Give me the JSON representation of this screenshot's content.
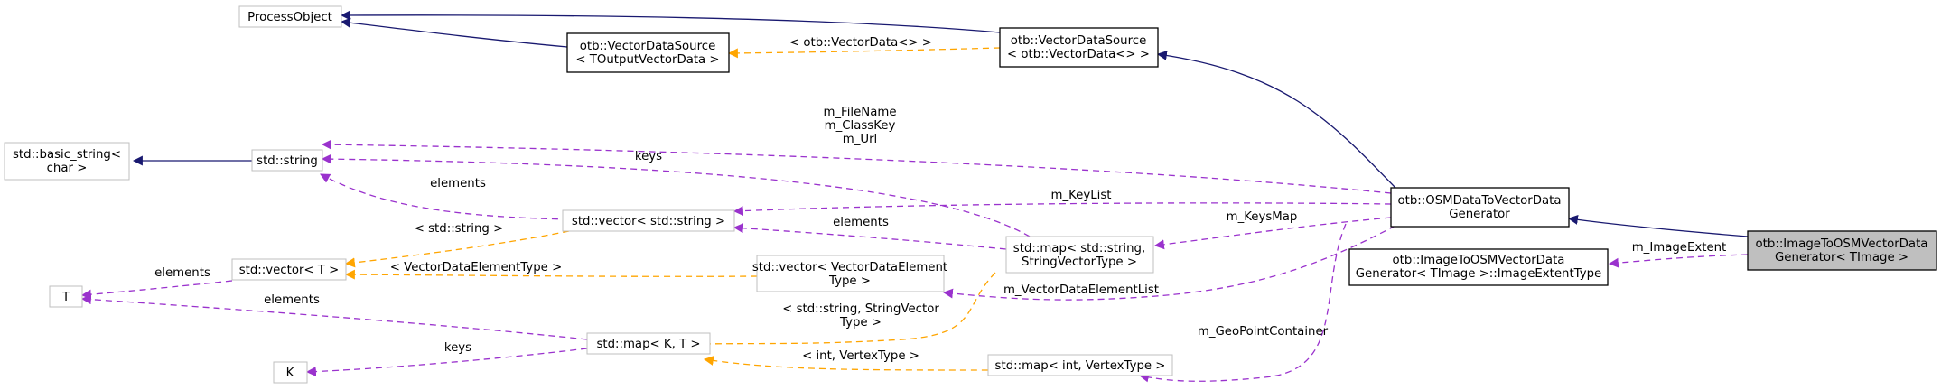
{
  "colors": {
    "inheritance": "#191970",
    "usage": "#9a32cd",
    "template": "#ffa500",
    "grey_border": "#bfbfbf",
    "focus_fill": "#bfbfbf"
  },
  "nodes": {
    "process_object": [
      "ProcessObject"
    ],
    "vds_toutput": [
      "otb::VectorDataSource",
      "< TOutputVectorData >"
    ],
    "vds_vectordata": [
      "otb::VectorDataSource",
      "< otb::VectorData<> >"
    ],
    "basic_string": [
      "std::basic_string<",
      "char >"
    ],
    "std_string": [
      "std::string"
    ],
    "osm_generator": [
      "otb::OSMDataToVectorData",
      "Generator"
    ],
    "image_to_osm": [
      "otb::ImageToOSMVectorData",
      "Generator< TImage >"
    ],
    "image_extent_type": [
      "otb::ImageToOSMVectorData",
      "Generator< TImage >::ImageExtentType"
    ],
    "vector_string": [
      "std::vector< std::string >"
    ],
    "map_string_svt": [
      "std::map< std::string,",
      "StringVectorType >"
    ],
    "vector_t": [
      "std::vector< T >"
    ],
    "vector_vde": [
      "std::vector< VectorDataElement",
      "Type >"
    ],
    "t_node": [
      "T"
    ],
    "map_k_t": [
      "std::map< K, T >"
    ],
    "k_node": [
      "K"
    ],
    "map_int_vertex": [
      "std::map< int, VertexType >"
    ]
  },
  "edge_labels": {
    "vds_template": [
      "< otb::VectorData<> >"
    ],
    "string_members": [
      "m_FileName",
      "m_ClassKey",
      "m_Url"
    ],
    "keys_map_string": [
      "keys"
    ],
    "elements_vector_string": [
      "elements"
    ],
    "keylist": [
      "m_KeyList"
    ],
    "std_string_template": [
      "< std::string >"
    ],
    "elements_map_svt": [
      "elements"
    ],
    "keysmap": [
      "m_KeysMap"
    ],
    "elements_vector_t": [
      "elements"
    ],
    "vde_template": [
      "< VectorDataElementType >"
    ],
    "image_extent": [
      "m_ImageExtent"
    ],
    "elements_map_kt": [
      "elements"
    ],
    "element_list": [
      "m_VectorDataElementList"
    ],
    "map_kt_string_template": [
      "< std::string, StringVector",
      "Type >"
    ],
    "geopoint": [
      "m_GeoPointContainer"
    ],
    "keys_map_kt": [
      "keys"
    ],
    "int_vertex_template": [
      "< int, VertexType >"
    ]
  }
}
